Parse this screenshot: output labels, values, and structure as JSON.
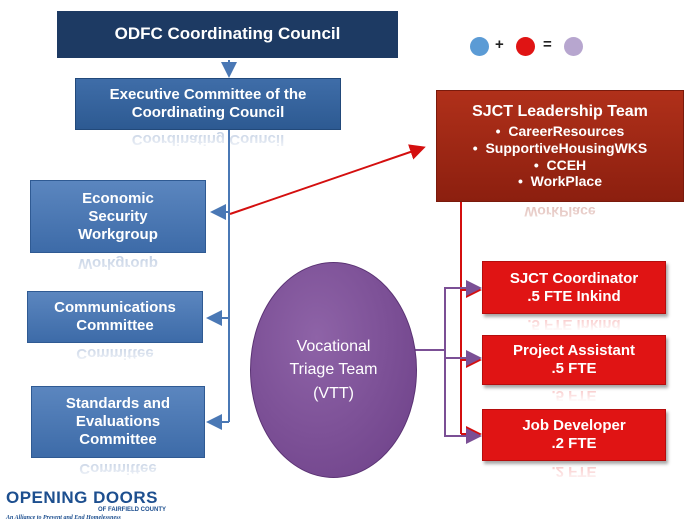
{
  "top": {
    "title": "ODFC Coordinating Council"
  },
  "executive": {
    "line1": "Executive Committee of the",
    "line2": "Coordinating Council"
  },
  "left_boxes": {
    "economic": {
      "line1": "Economic",
      "line2": "Security",
      "line3": "Workgroup"
    },
    "communications": {
      "line1": "Communications",
      "line2": "Committee"
    },
    "standards": {
      "line1": "Standards and",
      "line2": "Evaluations",
      "line3": "Committee"
    }
  },
  "leadership": {
    "title": "SJCT Leadership Team",
    "items": [
      "CareerResources",
      "SupportiveHousingWKS",
      "CCEH",
      "WorkPlace"
    ]
  },
  "vtt": {
    "line1": "Vocational",
    "line2": "Triage Team",
    "line3": "(VTT)"
  },
  "red_boxes": {
    "coordinator": {
      "line1": "SJCT Coordinator",
      "line2": ".5 FTE  Inkind"
    },
    "assistant": {
      "line1": "Project Assistant",
      "line2": ".5 FTE"
    },
    "developer": {
      "line1": "Job Developer",
      "line2": ".2 FTE"
    }
  },
  "legend": {
    "plus": "+",
    "equals": "=",
    "colors": [
      "#5b9bd5",
      "#e01414",
      "#b7a6cf"
    ]
  },
  "logo": {
    "name": "OPENING DOORS",
    "sub": "OF FAIRFIELD COUNTY",
    "tagline": "An Alliance to Prevent and End Homelessness"
  },
  "colors": {
    "navy": "#1d3a63",
    "steel": "#4a78b5",
    "brick": "#a02a16",
    "red": "#e01414",
    "purple": "#7b4f95",
    "connector_blue": "#4a78b5",
    "connector_red": "#d40f0f",
    "connector_purple": "#7b4f95"
  }
}
